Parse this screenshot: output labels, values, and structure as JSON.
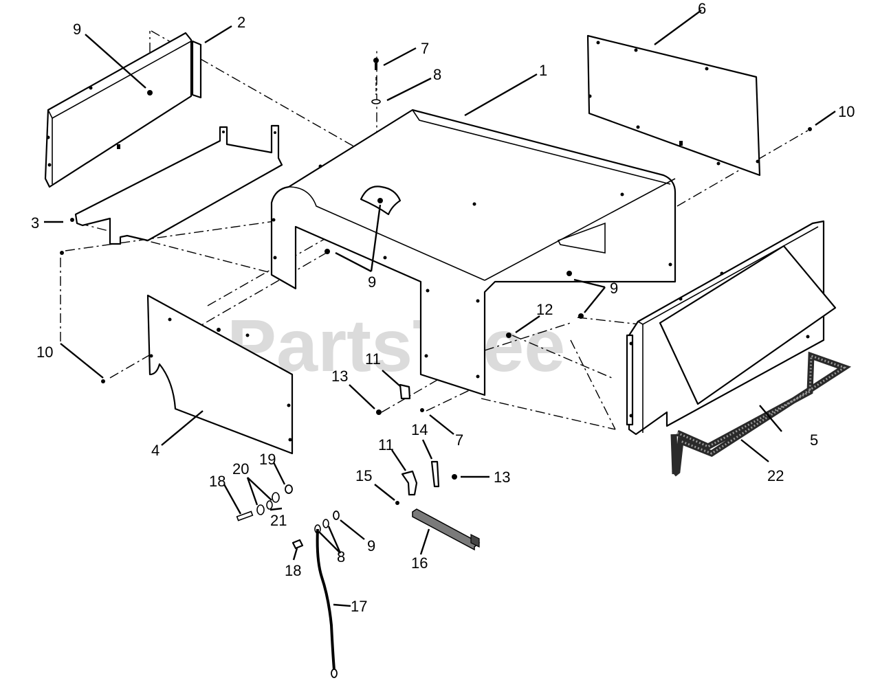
{
  "watermark": "PartsTree",
  "callouts": {
    "c1": "1",
    "c2": "2",
    "c3": "3",
    "c4": "4",
    "c5": "5",
    "c6": "6",
    "c7a": "7",
    "c7b": "7",
    "c8a": "8",
    "c8b": "8",
    "c9a": "9",
    "c9b": "9",
    "c9c": "9",
    "c9d": "9",
    "c10a": "10",
    "c10b": "10",
    "c11a": "11",
    "c11b": "11",
    "c12": "12",
    "c13a": "13",
    "c13b": "13",
    "c14": "14",
    "c15": "15",
    "c16": "16",
    "c17": "17",
    "c18a": "18",
    "c18b": "18",
    "c19": "19",
    "c20": "20",
    "c21": "21",
    "c22": "22"
  }
}
